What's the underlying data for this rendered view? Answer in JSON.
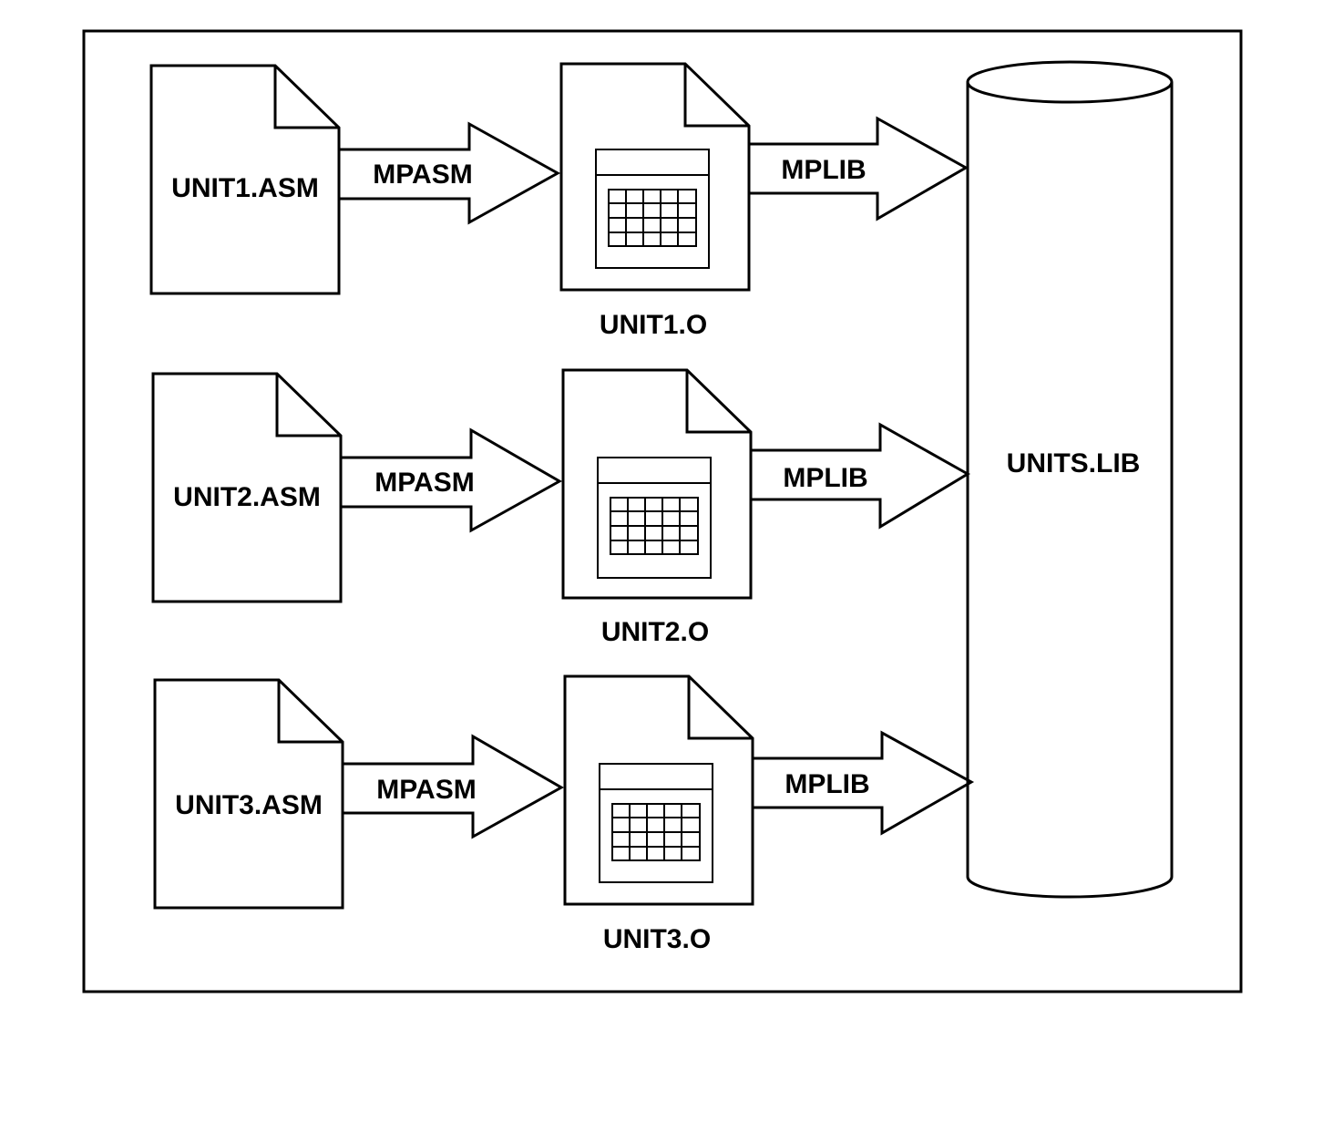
{
  "rows": [
    {
      "source": "UNIT1.ASM",
      "assembler": "MPASM",
      "object": "UNIT1.O",
      "librarian": "MPLIB"
    },
    {
      "source": "UNIT2.ASM",
      "assembler": "MPASM",
      "object": "UNIT2.O",
      "librarian": "MPLIB"
    },
    {
      "source": "UNIT3.ASM",
      "assembler": "MPASM",
      "object": "UNIT3.O",
      "librarian": "MPLIB"
    }
  ],
  "library": {
    "label": "UNITS.LIB"
  }
}
